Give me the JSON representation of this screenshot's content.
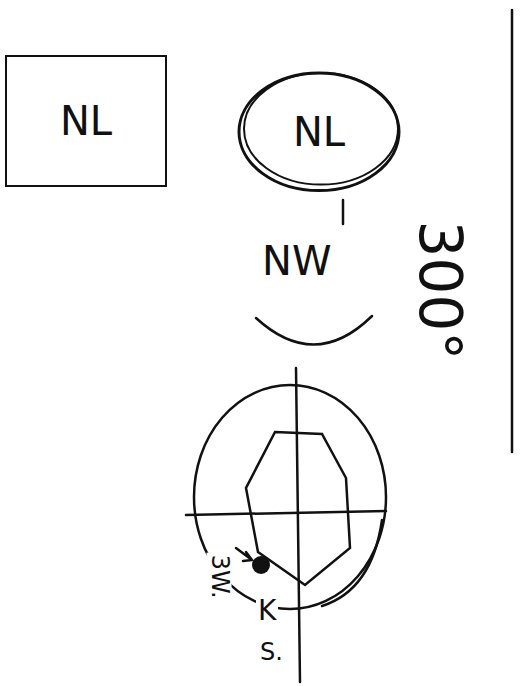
{
  "diagram": {
    "nodes": [
      {
        "text": [
          "NL"
        ]
      },
      {
        "text": [
          "NL"
        ]
      }
    ],
    "labels": [
      "NW",
      "300°",
      "3W.",
      "K",
      "S."
    ]
  }
}
